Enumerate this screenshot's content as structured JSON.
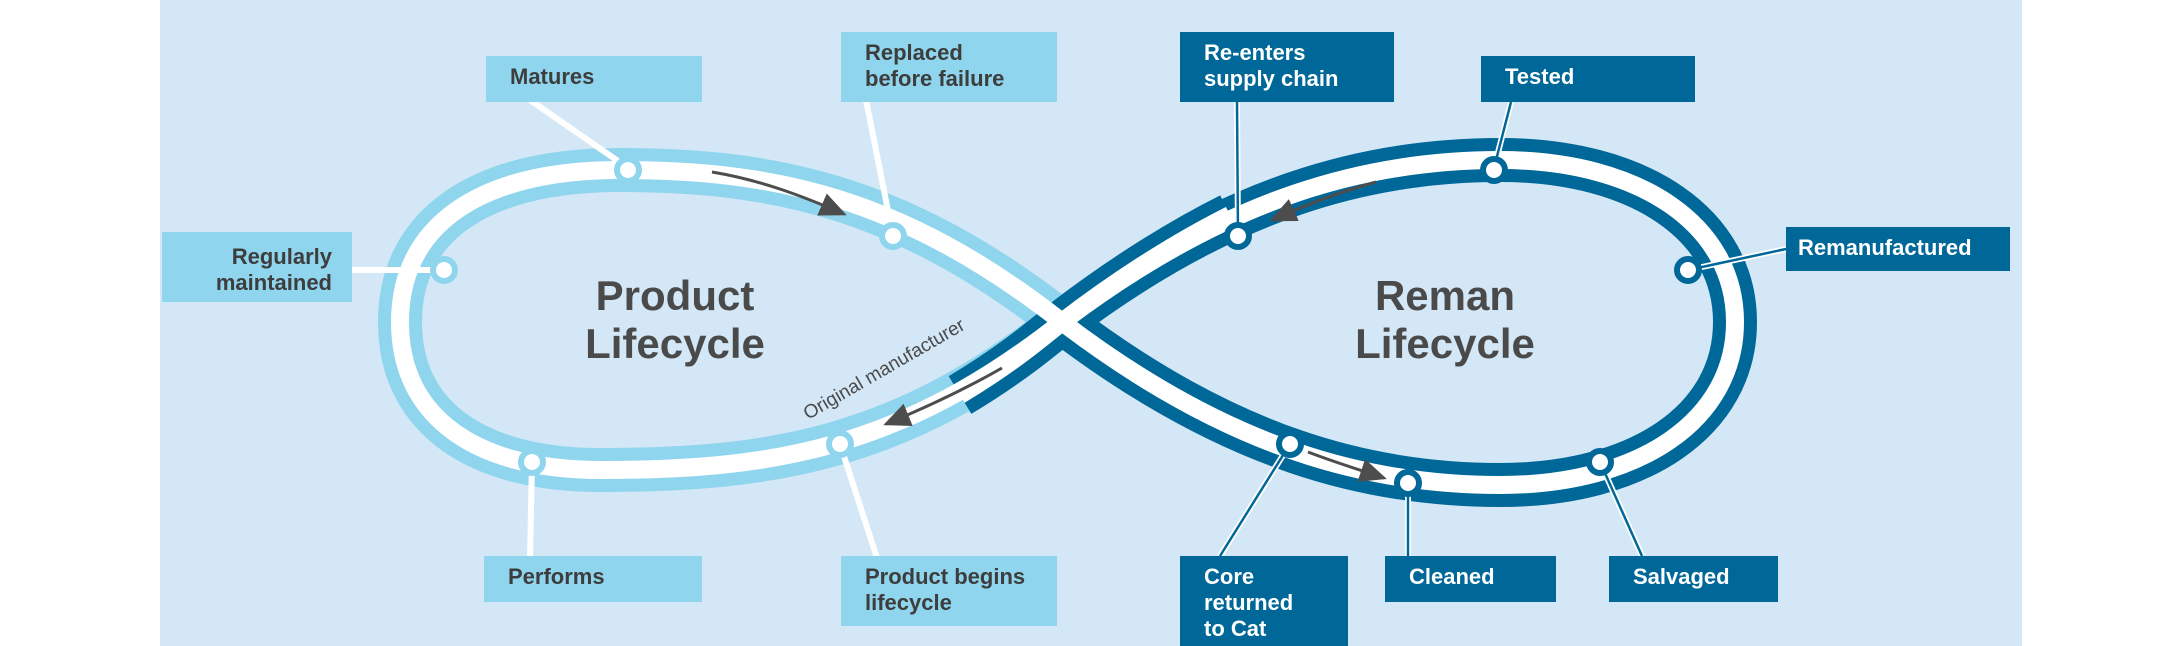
{
  "colors": {
    "background": "#d3e7f6",
    "product_loop": "#8fd5ee",
    "reman_loop": "#006899",
    "track_inner": "#ffffff",
    "arrow": "#4d4d4d",
    "text_dark": "#4a4a4a"
  },
  "product_lifecycle": {
    "title": "Product\nLifecycle",
    "side_label": "Original manufacturer",
    "stages": {
      "matures": "Matures",
      "replaced": "Replaced\nbefore failure",
      "maintained": "Regularly\nmaintained",
      "performs": "Performs",
      "begins": "Product begins\nlifecycle"
    }
  },
  "reman_lifecycle": {
    "title": "Reman\nLifecycle",
    "stages": {
      "reenters": "Re-enters\nsupply chain",
      "tested": "Tested",
      "remanufactured": "Remanufactured",
      "core_returned": "Core\nreturned\nto Cat",
      "cleaned": "Cleaned",
      "salvaged": "Salvaged"
    }
  }
}
